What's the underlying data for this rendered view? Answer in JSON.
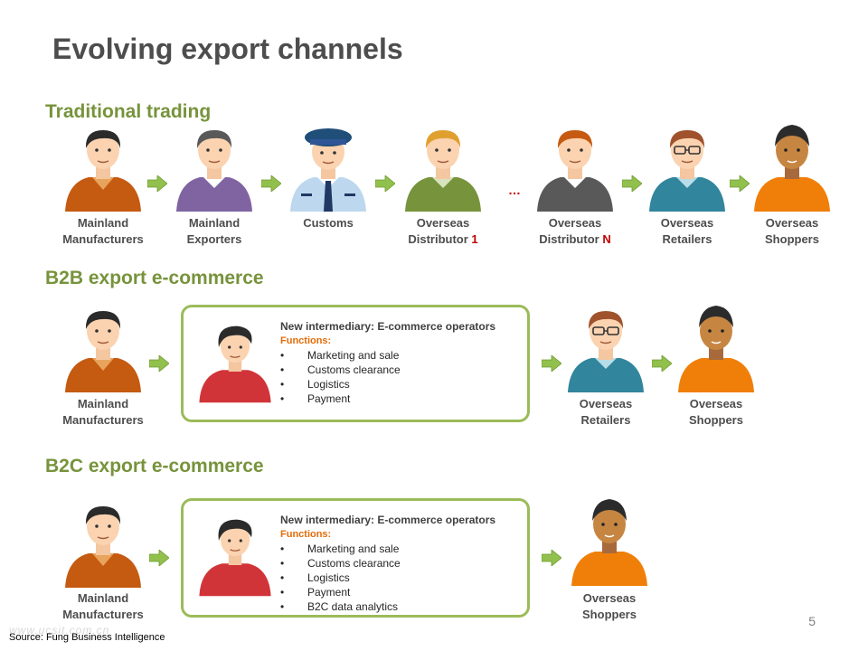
{
  "title": "Evolving export channels",
  "colors": {
    "section_heading": "#77933c",
    "box_border": "#9bbb59",
    "arrow": "#92c04d",
    "functions_label": "#e36c09",
    "highlight_number": "#c00000"
  },
  "traditional": {
    "heading": "Traditional trading",
    "ellipsis": "…",
    "actors": [
      {
        "line1": "Mainland",
        "line2": "Manufacturers",
        "num": "",
        "icon": "worker-orange-icon"
      },
      {
        "line1": "Mainland",
        "line2": "Exporters",
        "num": "",
        "icon": "worker-purple-icon"
      },
      {
        "line1": "Customs",
        "line2": "",
        "num": "",
        "icon": "customs-officer-icon"
      },
      {
        "line1": "Overseas",
        "line2": "Distributor ",
        "num": "1",
        "icon": "person-green-icon"
      },
      {
        "line1": "Overseas",
        "line2": "Distributor ",
        "num": "N",
        "icon": "person-gray-icon"
      },
      {
        "line1": "Overseas",
        "line2": "Retailers",
        "num": "",
        "icon": "retailer-icon"
      },
      {
        "line1": "Overseas",
        "line2": "Shoppers",
        "num": "",
        "icon": "shopper-icon"
      }
    ]
  },
  "b2b": {
    "heading": "B2B export e-commerce",
    "manufacturer": {
      "line1": "Mainland",
      "line2": "Manufacturers"
    },
    "box": {
      "heading": "New intermediary: E-commerce operators",
      "functions_label": "Functions:",
      "functions": [
        "Marketing and sale",
        "Customs clearance",
        "Logistics",
        "Payment"
      ]
    },
    "retailer": {
      "line1": "Overseas",
      "line2": "Retailers"
    },
    "shopper": {
      "line1": "Overseas",
      "line2": "Shoppers"
    }
  },
  "b2c": {
    "heading": "B2C export e-commerce",
    "manufacturer": {
      "line1": "Mainland",
      "line2": "Manufacturers"
    },
    "box": {
      "heading": "New intermediary: E-commerce operators",
      "functions_label": "Functions:",
      "functions": [
        "Marketing and sale",
        "Customs clearance",
        "Logistics",
        "Payment",
        "B2C data analytics"
      ]
    },
    "shopper": {
      "line1": "Overseas",
      "line2": "Shoppers"
    }
  },
  "page_number": "5",
  "source": "Source: Fung Business Intelligence",
  "watermark": "www.ucsit.com.cn"
}
